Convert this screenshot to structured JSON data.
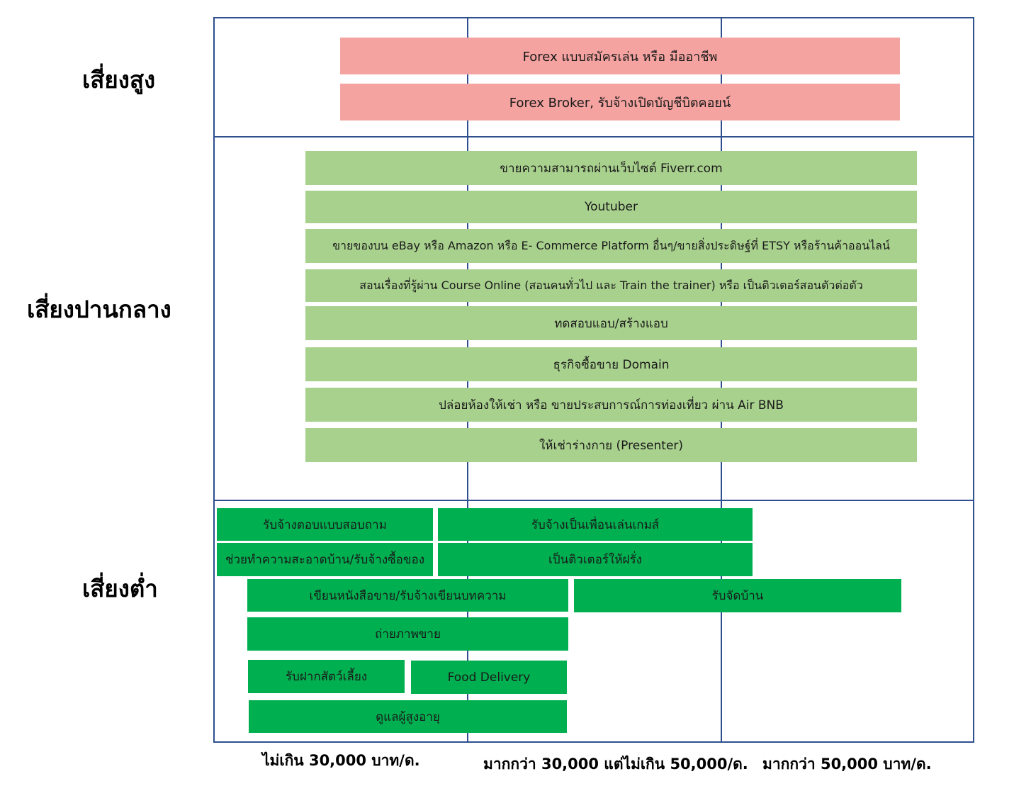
{
  "rows": {
    "high": "เสี่ยงสูง",
    "medium": "เสี่ยงปานกลาง",
    "low": "เสี่ยงต่ำ"
  },
  "columns": {
    "low_income": "ไม่เกิน 30,000 บาท/ด.",
    "mid_income": "มากกว่า 30,000 แต่ไม่เกิน 50,000/ด.",
    "high_income": "มากกว่า 50,000 บาท/ด."
  },
  "high_risk": [
    "Forex แบบสมัครเล่น หรือ มืออาชีพ",
    "Forex Broker, รับจ้างเปิดบัญชีบิตคอยน์"
  ],
  "medium_risk": [
    "ขายความสามารถผ่านเว็บไซต์ Fiverr.com",
    "Youtuber",
    "ขายของบน eBay หรือ Amazon หรือ E- Commerce Platform อื่นๆ/ขายสิ่งประดิษฐ์ที่ ETSY หรือร้านค้าออนไลน์",
    "สอนเรื่องที่รู้ผ่าน Course Online (สอนคนทั่วไป และ Train the trainer) หรือ เป็นติวเตอร์สอนตัวต่อตัว",
    "ทดสอบแอบ/สร้างแอบ",
    "ธุรกิจซื้อขาย Domain",
    "ปล่อยห้องให้เช่า หรือ ขายประสบการณ์การท่องเที่ยว ผ่าน Air BNB",
    "ให้เช่าร่างกาย (Presenter)"
  ],
  "low_risk": {
    "survey": "รับจ้างตอบแบบสอบถาม",
    "gaming_buddy": "รับจ้างเป็นเพื่อนเล่นเกมส์",
    "cleaning": "ช่วยทำความสะอาดบ้าน/รับจ้างซื้อของ",
    "french_tutor": "เป็นติวเตอร์ให้ฝรั่ง",
    "writing": "เขียนหนังสือขาย/รับจ้างเขียนบทความ",
    "home_organizing": "รับจัดบ้าน",
    "photos": "ถ่ายภาพขาย",
    "pet_sitting": "รับฝากสัตว์เลี้ยง",
    "food_delivery": "Food Delivery",
    "elder_care": "ดูแลผู้สูงอายุ"
  },
  "colors": {
    "grid": "#2f4f8f",
    "high": "#f4a3a0",
    "medium": "#a9d18e",
    "low": "#00b050"
  }
}
